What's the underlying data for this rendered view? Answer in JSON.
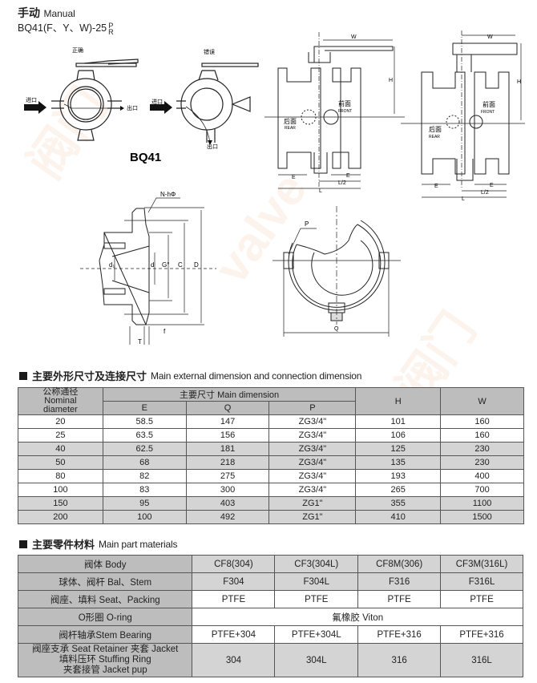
{
  "header": {
    "title_cn": "手动",
    "title_en": "Manual",
    "model": "BQ41(F、Y、W)-25",
    "model_suffix_top": "P",
    "model_suffix_bottom": "R"
  },
  "diagrams": {
    "correct_label": "正确",
    "wrong_label": "错误",
    "inlet": "进口",
    "outlet": "出口",
    "model_label": "BQ41",
    "front_cn": "前面",
    "front_en": "FRONT",
    "rear_cn": "后面",
    "rear_en": "REAR",
    "dim_W": "W",
    "dim_H": "H",
    "dim_E": "E",
    "dim_L2": "L/2",
    "dim_L": "L",
    "flange_NhPhi": "N-hΦ",
    "flange_d1": "d₁",
    "flange_d": "d",
    "flange_G": "G°",
    "flange_C": "C",
    "flange_D": "D",
    "flange_f": "f",
    "flange_T": "T",
    "jacket_P": "P",
    "jacket_Q": "Q"
  },
  "dimension_section": {
    "title_cn": "主要外形尺寸及连接尺寸",
    "title_en": "Main external dimension and connection dimension",
    "headers": {
      "nominal_cn": "公称通径",
      "nominal_en1": "Nominal",
      "nominal_en2": "diameter",
      "main_dim": "主要尺寸 Main dimension",
      "E": "E",
      "Q": "Q",
      "P": "P",
      "H": "H",
      "W": "W"
    },
    "rows": [
      {
        "dn": "20",
        "E": "58.5",
        "Q": "147",
        "P": "ZG3/4\"",
        "H": "101",
        "W": "160"
      },
      {
        "dn": "25",
        "E": "63.5",
        "Q": "156",
        "P": "ZG3/4\"",
        "H": "106",
        "W": "160"
      },
      {
        "dn": "40",
        "E": "62.5",
        "Q": "181",
        "P": "ZG3/4\"",
        "H": "125",
        "W": "230"
      },
      {
        "dn": "50",
        "E": "68",
        "Q": "218",
        "P": "ZG3/4\"",
        "H": "135",
        "W": "230"
      },
      {
        "dn": "80",
        "E": "82",
        "Q": "275",
        "P": "ZG3/4\"",
        "H": "193",
        "W": "400"
      },
      {
        "dn": "100",
        "E": "83",
        "Q": "300",
        "P": "ZG3/4\"",
        "H": "265",
        "W": "700"
      },
      {
        "dn": "150",
        "E": "95",
        "Q": "403",
        "P": "ZG1\"",
        "H": "355",
        "W": "1100"
      },
      {
        "dn": "200",
        "E": "100",
        "Q": "492",
        "P": "ZG1\"",
        "H": "410",
        "W": "1500"
      }
    ]
  },
  "materials_section": {
    "title_cn": "主要零件材料",
    "title_en": "Main part materials",
    "rows": [
      {
        "label": "阀体 Body",
        "v": [
          "CF8(304)",
          "CF3(304L)",
          "CF8M(306)",
          "CF3M(316L)"
        ]
      },
      {
        "label": "球体、阀杆  Bal、Stem",
        "v": [
          "F304",
          "F304L",
          "F316",
          "F316L"
        ]
      },
      {
        "label": "阀座、填料 Seat、Packing",
        "v": [
          "PTFE",
          "PTFE",
          "PTFE",
          "PTFE"
        ]
      },
      {
        "label": "O形圈 O-ring",
        "merged": "氟橡胶 Viton"
      },
      {
        "label": "阀杆轴承Stem Bearing",
        "v": [
          "PTFE+304",
          "PTFE+304L",
          "PTFE+316",
          "PTFE+316"
        ]
      },
      {
        "label_lines": [
          "阀座支承 Seat Retainer  夹套 Jacket",
          "填料压环 Stuffing Ring",
          "夹套接管 Jacket pup"
        ],
        "v": [
          "304",
          "304L",
          "316",
          "316L"
        ]
      }
    ]
  }
}
